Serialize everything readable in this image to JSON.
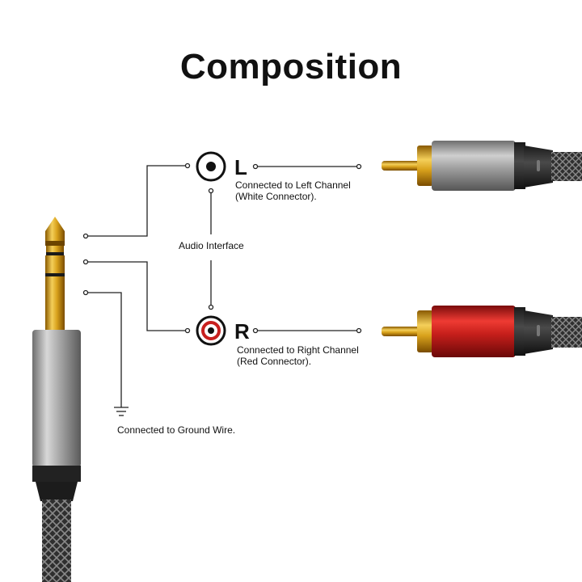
{
  "title": "Composition",
  "left": {
    "letter": "L",
    "desc_line1": "Connected to Left Channel",
    "desc_line2": "(White Connector)."
  },
  "right": {
    "letter": "R",
    "desc_line1": "Connected to Right Channel",
    "desc_line2": "(Red Connector)."
  },
  "audio_interface": "Audio Interface",
  "ground": "Connected to Ground Wire.",
  "colors": {
    "gold": "#d4a017",
    "silver": "#9a9a9a",
    "red": "#c8201e",
    "braid": "#3a3a3a",
    "line": "#222222"
  }
}
